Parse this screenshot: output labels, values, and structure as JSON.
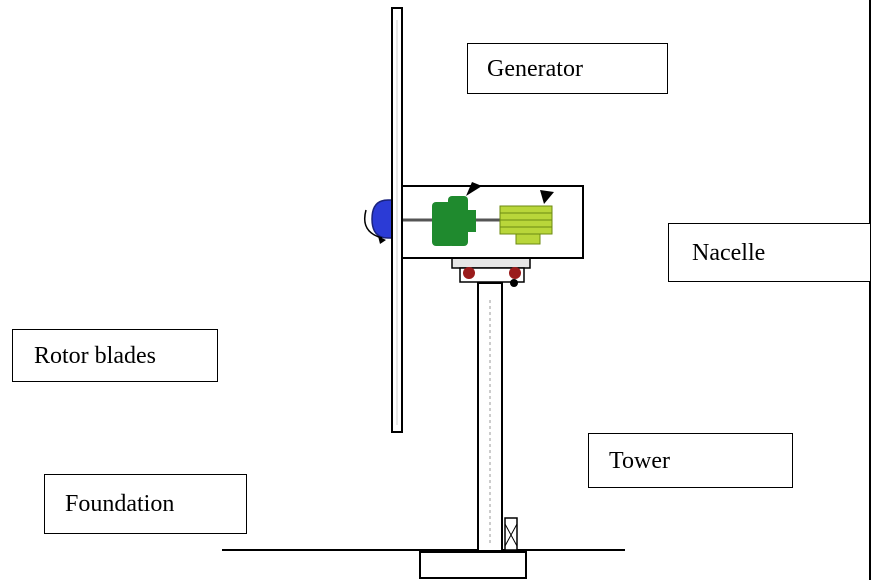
{
  "labels": {
    "generator": "Generator",
    "nacelle": "Nacelle",
    "rotor_blades": "Rotor blades",
    "tower": "Tower",
    "foundation": "Foundation"
  },
  "colors": {
    "hub": "#2b3bd6",
    "gearbox": "#1f8a2e",
    "generator_unit": "#b9d63a",
    "bearing": "#9a1b1b",
    "line": "#000000",
    "background": "#ffffff"
  }
}
